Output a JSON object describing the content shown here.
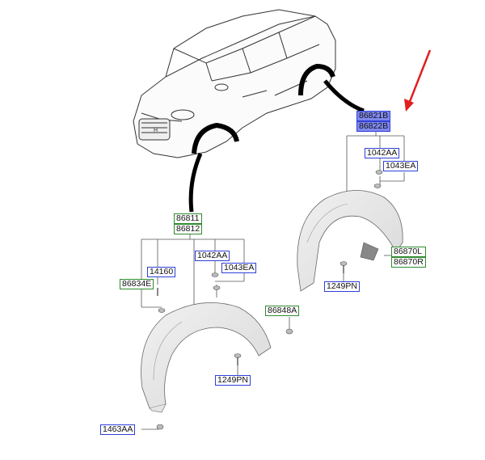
{
  "parts": {
    "rear_top": "86821B",
    "rear_bottom": "86822B",
    "rear_clip_a": "1042AA",
    "rear_clip_b": "1043EA",
    "rear_bracket_l": "86870L",
    "rear_bracket_r": "86870R",
    "rear_screw": "1249PN",
    "front_top": "86811",
    "front_bottom": "86812",
    "front_clip_a": "1042AA",
    "front_clip_b": "1043EA",
    "front_14160": "14160",
    "front_86834e": "86834E",
    "front_86848a": "86848A",
    "front_screw": "1249PN",
    "front_1463aa": "1463AA"
  },
  "colors": {
    "label_border_blue": "#2f3fd8",
    "label_border_green": "#2e8b2e",
    "highlight": "#7f88ee",
    "arrow": "#e02020"
  },
  "icons": [
    "car-icon",
    "arrow-icon",
    "fender-liner-icon",
    "screw-icon",
    "clip-icon"
  ]
}
